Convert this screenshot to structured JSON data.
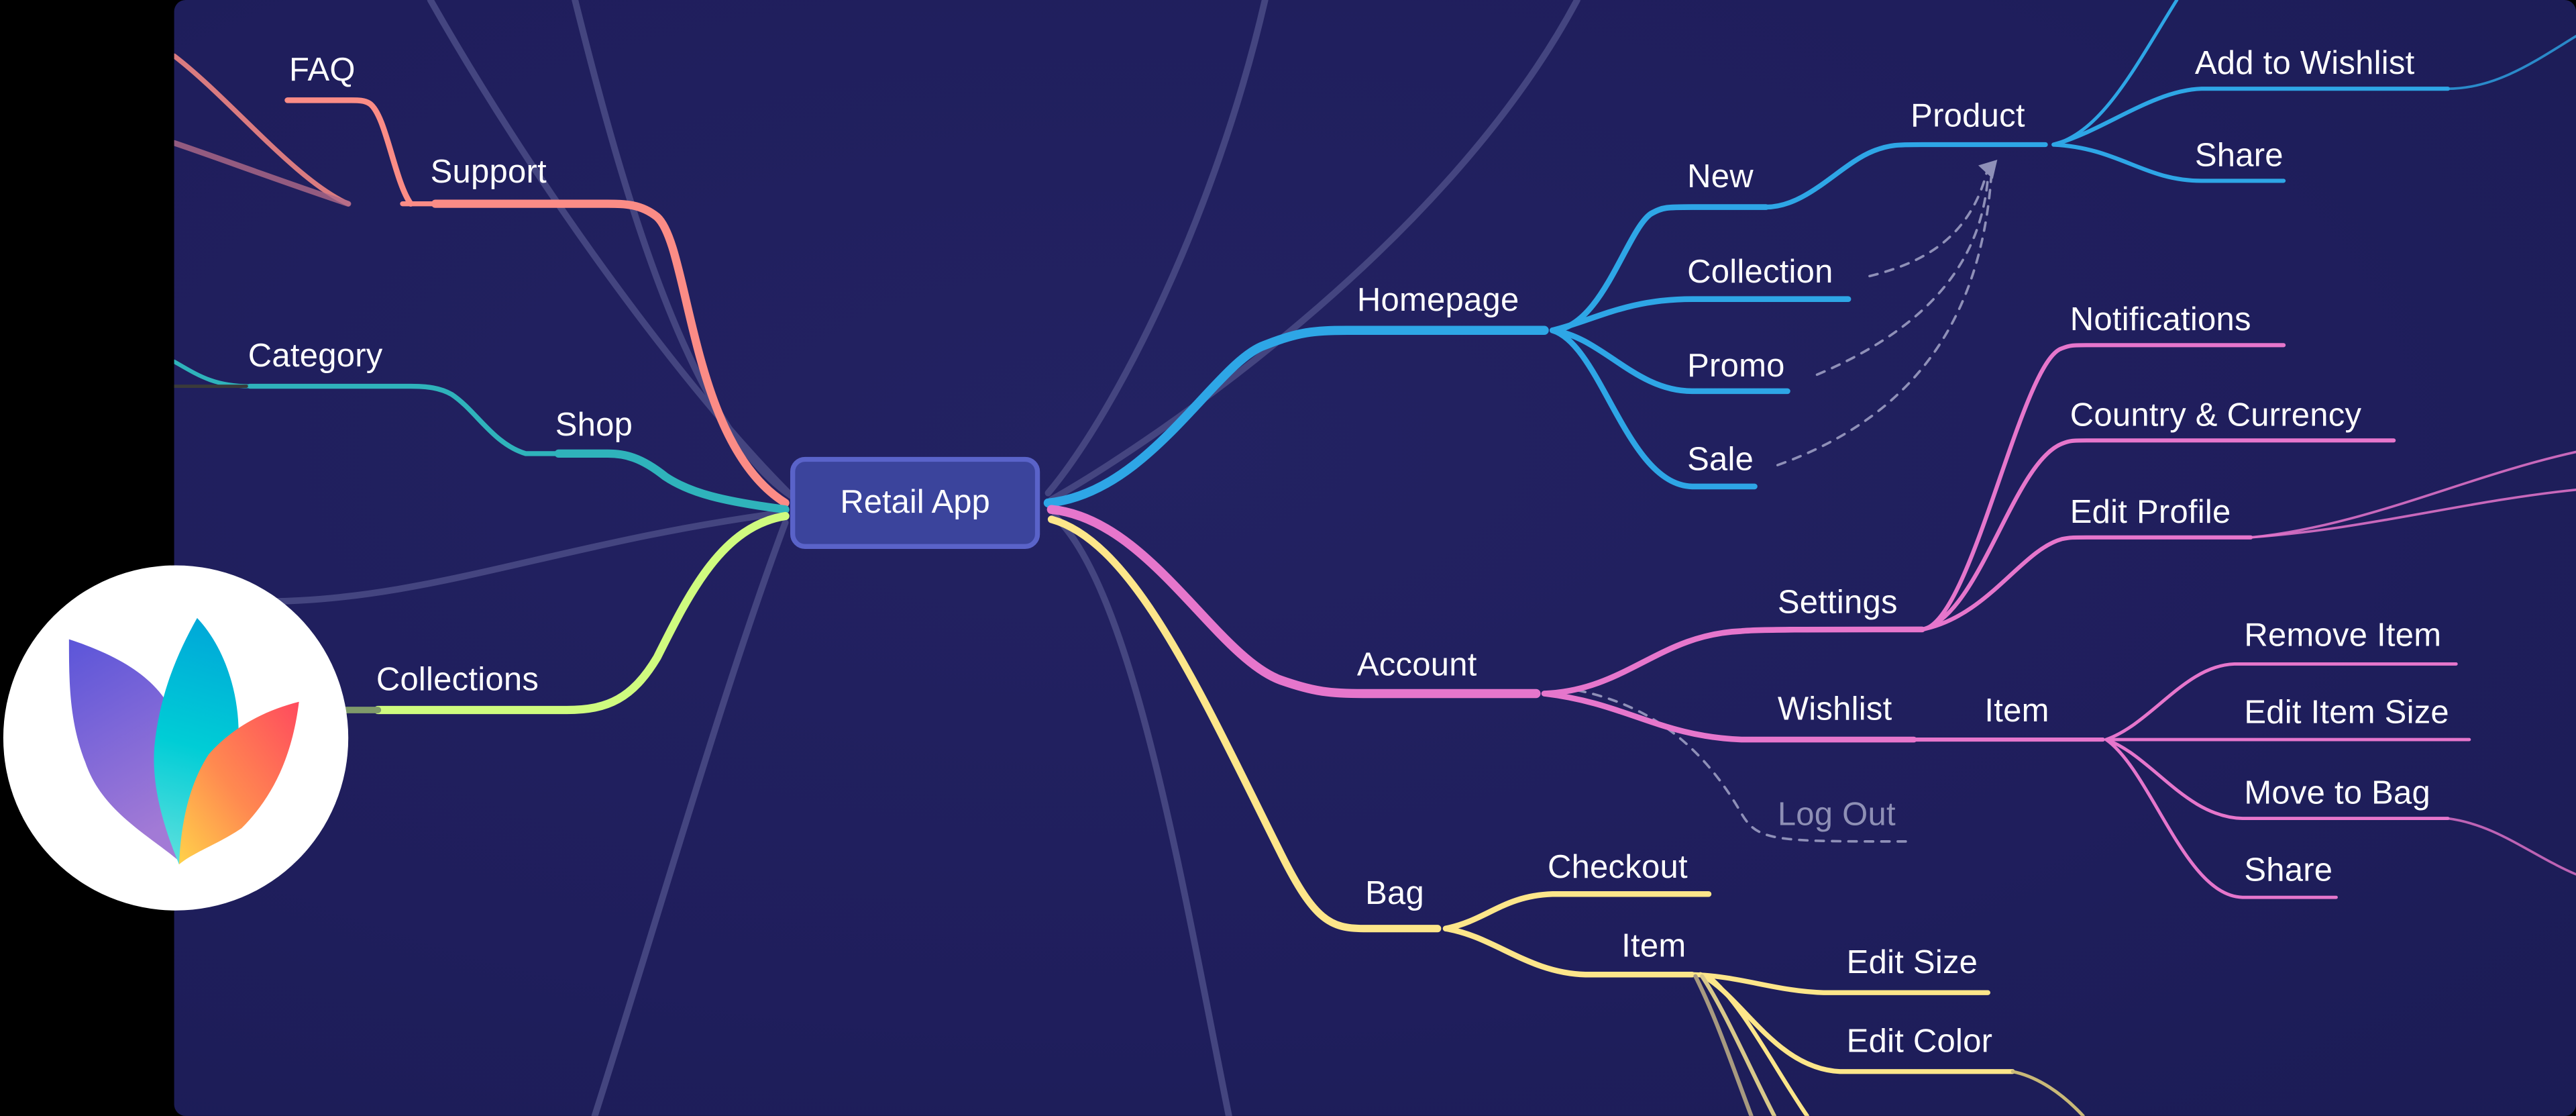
{
  "mindmap": {
    "root": {
      "label": "Retail App"
    },
    "colors": {
      "background": "#201f5e",
      "root_fill": "#3b449c",
      "root_border": "#5a63c9",
      "support": "#fb8c86",
      "shop": "#2fb3bb",
      "collections": "#cffb7f",
      "homepage": "#2ea6e6",
      "account": "#e676cc",
      "bag": "#fde68a",
      "ghost_line": "#4b4c86",
      "dotted_connector": "#8f90b8"
    },
    "left_branches": [
      {
        "label": "Support",
        "color": "#fb8c86",
        "children": [
          {
            "label": "FAQ"
          }
        ]
      },
      {
        "label": "Shop",
        "color": "#2fb3bb",
        "children": [
          {
            "label": "Category"
          }
        ]
      },
      {
        "label": "Collections",
        "color": "#cffb7f",
        "children": []
      }
    ],
    "right_branches": [
      {
        "label": "Homepage",
        "color": "#2ea6e6",
        "children": [
          {
            "label": "New",
            "children": [
              {
                "label": "Product",
                "children": [
                  {
                    "label": "Add to Wishlist"
                  },
                  {
                    "label": "Share"
                  }
                ]
              }
            ]
          },
          {
            "label": "Collection"
          },
          {
            "label": "Promo"
          },
          {
            "label": "Sale"
          }
        ]
      },
      {
        "label": "Account",
        "color": "#e676cc",
        "children": [
          {
            "label": "Settings",
            "children": [
              {
                "label": "Notifications"
              },
              {
                "label": "Country & Currency"
              },
              {
                "label": "Edit Profile"
              }
            ]
          },
          {
            "label": "Wishlist",
            "children": [
              {
                "label": "Item",
                "children": [
                  {
                    "label": "Remove Item"
                  },
                  {
                    "label": "Edit Item Size"
                  },
                  {
                    "label": "Move to Bag"
                  },
                  {
                    "label": "Share"
                  }
                ]
              }
            ]
          },
          {
            "label": "Log Out",
            "muted": true
          }
        ]
      },
      {
        "label": "Bag",
        "color": "#fde68a",
        "children": [
          {
            "label": "Checkout"
          },
          {
            "label": "Item",
            "children": [
              {
                "label": "Edit Size"
              },
              {
                "label": "Edit Color"
              }
            ]
          }
        ]
      }
    ],
    "cross_links": [
      {
        "from": "Collection",
        "to": "Product",
        "style": "dashed"
      },
      {
        "from": "Promo",
        "to": "Product",
        "style": "dashed"
      },
      {
        "from": "Sale",
        "to": "Product",
        "style": "dashed"
      }
    ]
  },
  "logo": {
    "icon": "three-leaf-logo-icon",
    "leaf_colors": {
      "left": [
        "#5b55d9",
        "#a27ad6"
      ],
      "middle": [
        "#00a9d8",
        "#60e0dd"
      ],
      "right": [
        "#ff4a5e",
        "#ffd24a"
      ]
    }
  }
}
